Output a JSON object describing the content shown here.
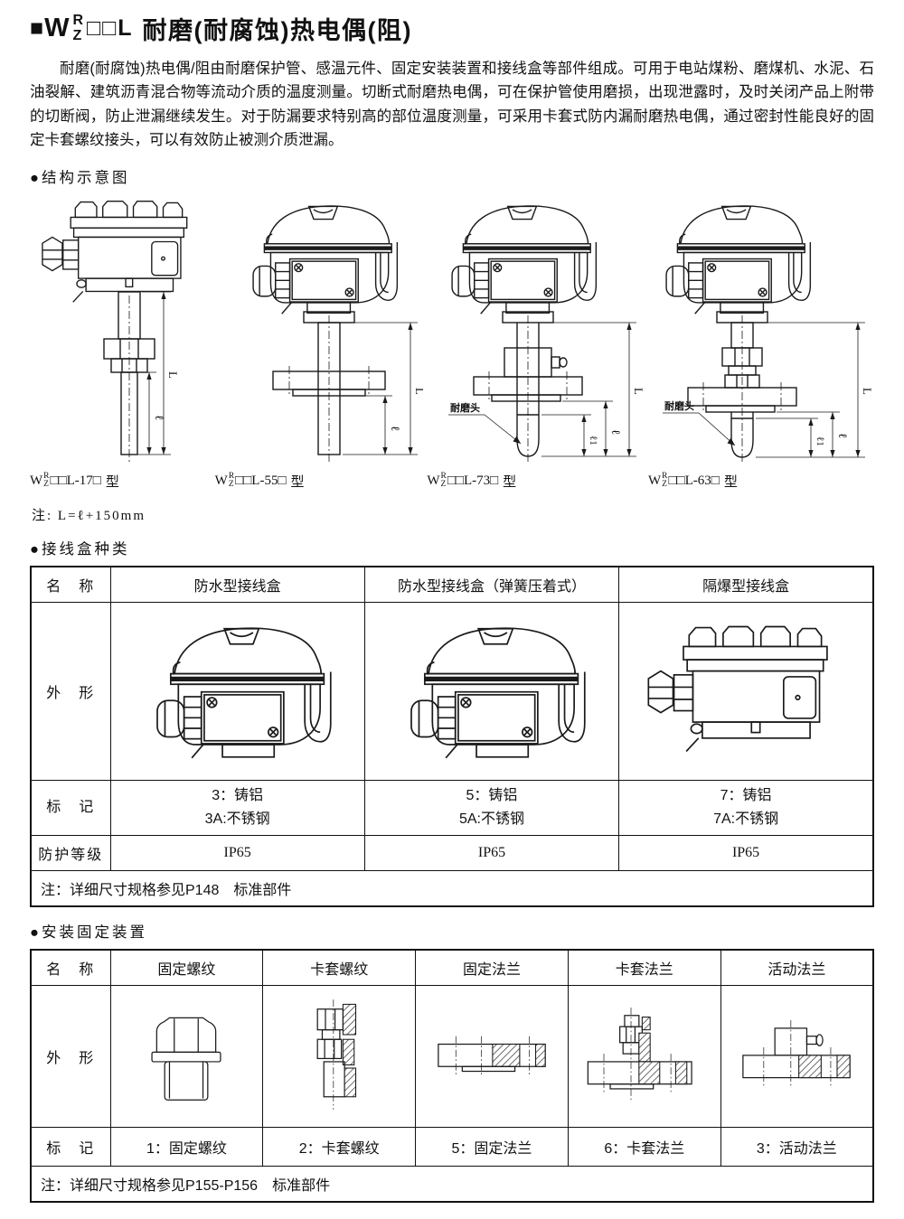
{
  "title": {
    "square": "■",
    "w": "W",
    "r": "R",
    "z": "Z",
    "boxes": "□□L",
    "text": "耐磨(耐腐蚀)热电偶(阻)"
  },
  "intro": {
    "text": "耐磨(耐腐蚀)热电偶/阻由耐磨保护管、感温元件、固定安装装置和接线盒等部件组成。可用于电站煤粉、磨煤机、水泥、石油裂解、建筑沥青混合物等流动介质的温度测量。切断式耐磨热电偶，可在保护管使用磨损，出现泄露时，及时关闭产品上附带的切断阀，防止泄漏继续发生。对于防漏要求特别高的部位温度测量，可采用卡套式防内漏耐磨热电偶，通过密封性能良好的固定卡套螺纹接头，可以有效防止被测介质泄漏。"
  },
  "structure": {
    "heading": "●结构示意图",
    "dim_L": "L",
    "dim_l": "ℓ",
    "dim_l1": "ℓ1",
    "wear_label": "耐磨头",
    "models": [
      {
        "w": "W",
        "r": "R",
        "z": "Z",
        "suffix": "□□L-17□",
        "type": "型"
      },
      {
        "w": "W",
        "r": "R",
        "z": "Z",
        "suffix": "□□L-55□",
        "type": "型"
      },
      {
        "w": "W",
        "r": "R",
        "z": "Z",
        "suffix": "□□L-73□",
        "type": "型"
      },
      {
        "w": "W",
        "r": "R",
        "z": "Z",
        "suffix": "□□L-63□",
        "type": "型"
      }
    ],
    "note": "注: L=ℓ+150mm"
  },
  "junction": {
    "heading": "●接线盒种类",
    "row_labels": {
      "name": "名　称",
      "shape": "外　形",
      "mark": "标　记",
      "protection": "防护等级"
    },
    "columns": [
      {
        "name": "防水型接线盒",
        "mark1": "3：铸铝",
        "mark2": "3A:不锈钢",
        "protection": "IP65"
      },
      {
        "name": "防水型接线盒（弹簧压着式）",
        "mark1": "5：铸铝",
        "mark2": "5A:不锈钢",
        "protection": "IP65"
      },
      {
        "name": "隔爆型接线盒",
        "mark1": "7：铸铝",
        "mark2": "7A:不锈钢",
        "protection": "IP65"
      }
    ],
    "note": "注：详细尺寸规格参见P148　标准部件"
  },
  "mounting": {
    "heading": "●安装固定装置",
    "row_labels": {
      "name": "名　称",
      "shape": "外　形",
      "mark": "标　记"
    },
    "columns": [
      {
        "name": "固定螺纹",
        "mark": "1：固定螺纹"
      },
      {
        "name": "卡套螺纹",
        "mark": "2：卡套螺纹"
      },
      {
        "name": "固定法兰",
        "mark": "5：固定法兰"
      },
      {
        "name": "卡套法兰",
        "mark": "6：卡套法兰"
      },
      {
        "name": "活动法兰",
        "mark": "3：活动法兰"
      }
    ],
    "note": "注：详细尺寸规格参见P155-P156　标准部件"
  },
  "colors": {
    "ink": "#1a1a1a",
    "paper": "#ffffff"
  }
}
